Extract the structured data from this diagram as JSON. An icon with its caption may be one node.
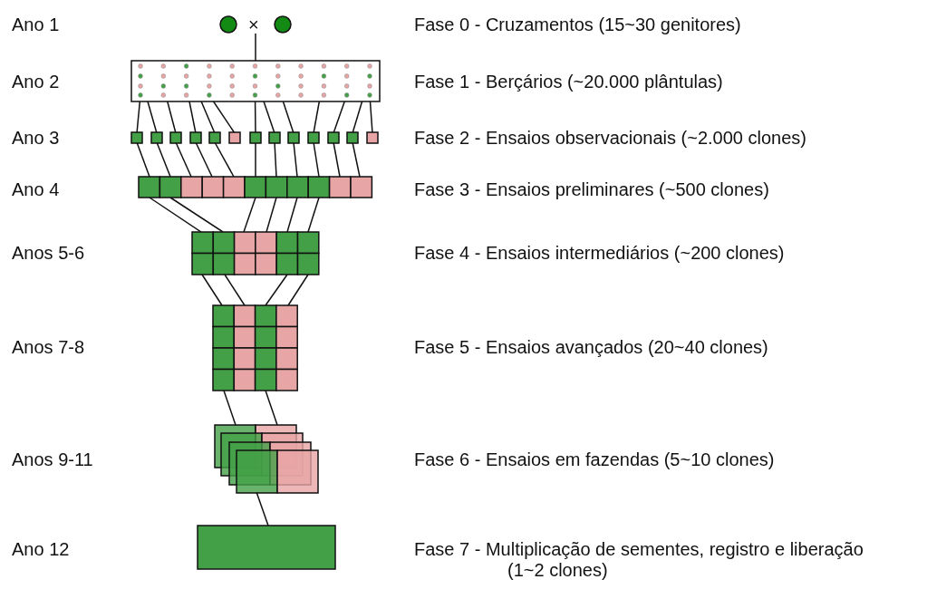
{
  "diagram": {
    "labels": [
      "Ano 1",
      "×",
      "Fase 0 - Cruzamentos (15~30 genitores)",
      "Ano 2",
      "Fase 1 - Berçários (~20.000 plântulas)",
      "Ano 3",
      "Fase 2 - Ensaios observacionais (~2.000 clones)",
      "Ano 4",
      "Fase 3 - Ensaios preliminares (~500 clones)",
      "Anos 5-6",
      "Fase 4 - Ensaios intermediários (~200 clones)",
      "Anos 7-8",
      "Fase 5 - Ensaios avançados (20~40 clones)",
      "Anos 9-11",
      "Fase 6 - Ensaios em fazendas (5~10 clones)",
      "Ano 12",
      "Fase 7 - Multiplicação de sementes, registro e liberação (1~2 clones)"
    ]
  }
}
